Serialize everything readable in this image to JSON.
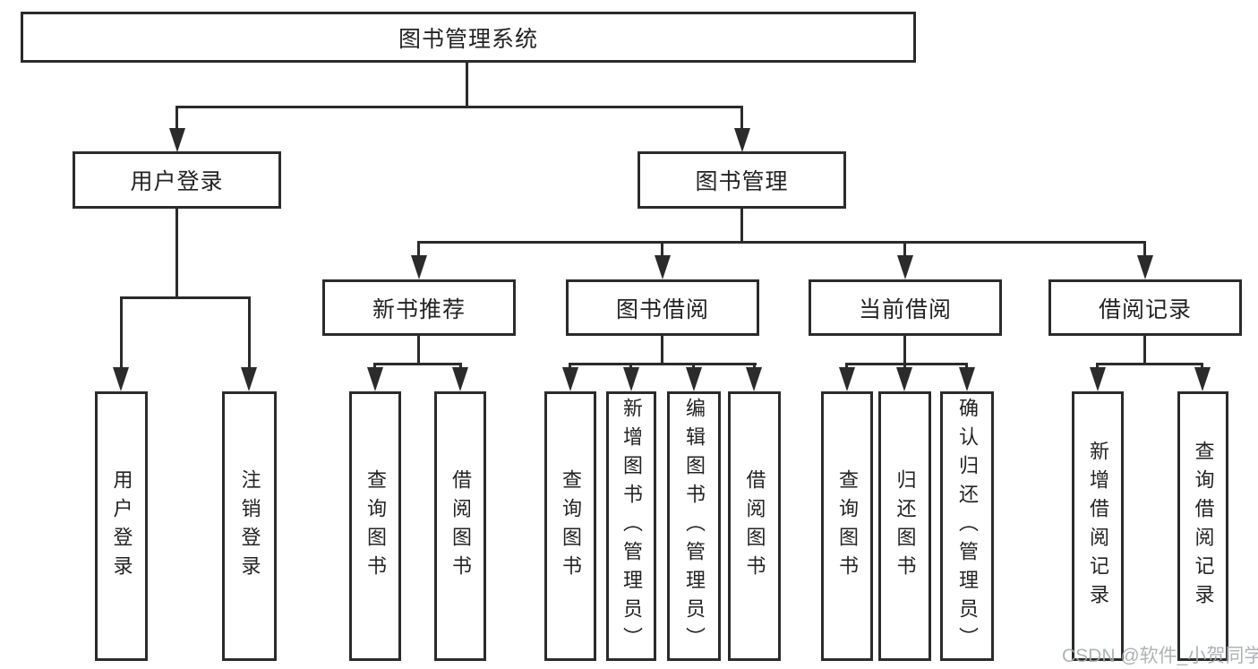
{
  "tree": {
    "root": "图书管理系统",
    "l2": [
      {
        "label": "用户登录"
      },
      {
        "label": "图书管理"
      }
    ],
    "l3": [
      {
        "label": "新书推荐"
      },
      {
        "label": "图书借阅"
      },
      {
        "label": "当前借阅"
      },
      {
        "label": "借阅记录"
      }
    ],
    "leaves": [
      {
        "label": "用户登录"
      },
      {
        "label": "注销登录"
      },
      {
        "label": "查询图书"
      },
      {
        "label": "借阅图书"
      },
      {
        "label": "查询图书"
      },
      {
        "label": "新增图书（管理员）"
      },
      {
        "label": "编辑图书（管理员）"
      },
      {
        "label": "借阅图书"
      },
      {
        "label": "查询图书"
      },
      {
        "label": "归还图书"
      },
      {
        "label": "确认归还（管理员）"
      },
      {
        "label": "新增借阅记录"
      },
      {
        "label": "查询借阅记录"
      }
    ]
  },
  "watermark": "CSDN @软件_小贺同学",
  "colors": {
    "line": "#2b2b2b",
    "text": "#232323",
    "watermark": "#a6abb0",
    "background": "#ffffff"
  }
}
